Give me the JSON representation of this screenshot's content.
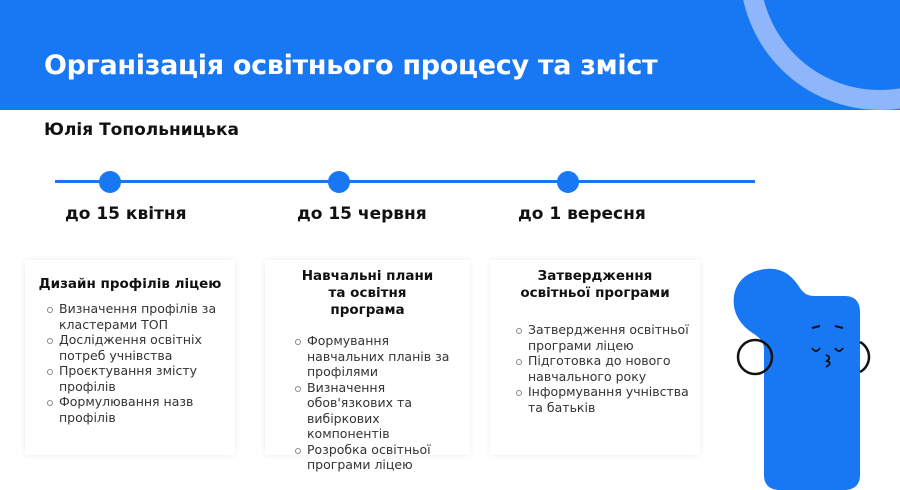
{
  "header": {
    "title": "Організація освітнього процесу та зміст",
    "accent": "#1877f2"
  },
  "author": "Юлія Топольницька",
  "timeline": [
    {
      "date": "до 15 квітня",
      "title": "Дизайн профілів ліцею",
      "items": [
        "Визначення профілів за кластерами ТОП",
        "Дослідження освітніх потреб учнівства",
        "Проєктування змісту профілів",
        "Формулювання назв профілів"
      ]
    },
    {
      "date": "до 15 червня",
      "title": "Навчальні плани та освітня програма",
      "items": [
        "Формування навчальних планів за профілями",
        "Визначення обов'язкових та вибіркових компонентів",
        "Розробка освітньої програми ліцею"
      ]
    },
    {
      "date": "до 1 вересня",
      "title": "Затвердження освітньої програми",
      "items": [
        "Затвердження освітньої програми ліцею",
        "Підготовка до нового навчального року",
        "Інформування учнівства та батьків"
      ]
    }
  ]
}
